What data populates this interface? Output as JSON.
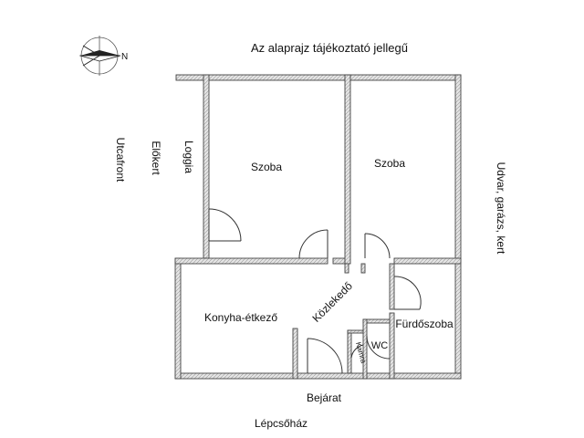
{
  "notice": "Az alaprajz tájékoztató jellegű",
  "compass": {
    "letter": "N",
    "icon": "compass-rose-icon"
  },
  "outside": {
    "street_front": "Utcafront",
    "front_garden": "Előkert",
    "loggia": "Loggia",
    "yard": "Udvar, garázs, kert",
    "entrance": "Bejárat",
    "stairwell": "Lépcsőház"
  },
  "rooms": {
    "room1": "Szoba",
    "room2": "Szoba",
    "kitchen": "Konyha-étkező",
    "hallway": "Közlekedő",
    "bathroom": "Fürdőszoba",
    "pantry": "Kamra",
    "wc": "WC"
  },
  "colors": {
    "wall_fill": "#dcdcdc",
    "wall_stroke": "#444444",
    "line": "#333333"
  }
}
